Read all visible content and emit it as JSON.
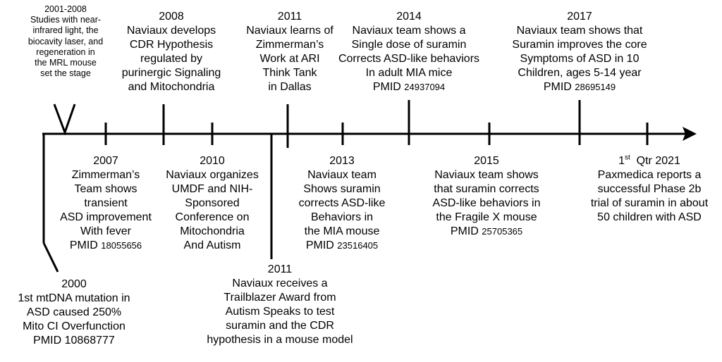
{
  "timeline": {
    "events": [
      {
        "id": "e2001",
        "lines": [
          "2001-2008",
          "Studies with near-",
          "infrared light, the",
          "biocavity laser, and",
          "regeneration in",
          "the MRL mouse",
          "set the stage"
        ]
      },
      {
        "id": "e2008",
        "lines": [
          "2008",
          "Naviaux develops",
          "CDR Hypothesis",
          "regulated by",
          "purinergic Signaling",
          "and Mitochondria"
        ]
      },
      {
        "id": "e2011a",
        "lines": [
          "2011",
          "Naviaux learns of",
          "Zimmerman’s",
          "Work at ARI",
          "Think Tank",
          "in Dallas"
        ]
      },
      {
        "id": "e2014",
        "lines": [
          "2014",
          "Naviaux team shows a",
          "Single dose of suramin",
          "Corrects ASD-like behaviors",
          "In adult MIA mice"
        ],
        "pmid_label": "PMID",
        "pmid": "24937094"
      },
      {
        "id": "e2017",
        "lines": [
          "2017",
          "Naviaux team shows that",
          "Suramin improves the core",
          "Symptoms of ASD in 10",
          "Children, ages 5-14 year"
        ],
        "pmid_label": "PMID",
        "pmid": "28695149"
      },
      {
        "id": "e2007",
        "lines": [
          "2007",
          "Zimmerman’s",
          "Team shows",
          "transient",
          "ASD improvement",
          "With fever"
        ],
        "pmid_label": "PMID",
        "pmid": "18055656"
      },
      {
        "id": "e2010",
        "lines": [
          "2010",
          "Naviaux organizes",
          "UMDF and NIH-",
          "Sponsored",
          "Conference on",
          "Mitochondria",
          "And Autism"
        ]
      },
      {
        "id": "e2013",
        "lines": [
          "2013",
          "Naviaux team",
          "Shows suramin",
          "corrects ASD-like",
          "Behaviors in",
          "the MIA mouse"
        ],
        "pmid_label": "PMID",
        "pmid": "23516405"
      },
      {
        "id": "e2015",
        "lines": [
          "2015",
          "Naviaux team shows",
          "that suramin corrects",
          "ASD-like behaviors in",
          "the Fragile X mouse"
        ],
        "pmid_label": "PMID",
        "pmid": "25705365"
      },
      {
        "id": "e2021",
        "first_line_num": "1",
        "first_line_sup": "st",
        "first_line_rest": "  Qtr 2021",
        "lines": [
          "Paxmedica reports a",
          "successful Phase 2b",
          "trial of suramin in about",
          "50 children with ASD"
        ]
      },
      {
        "id": "e2011b",
        "lines": [
          "2011",
          "Naviaux receives a",
          "Trailblazer Award from",
          "Autism Speaks to test",
          "suramin and the CDR",
          "hypothesis in a mouse model"
        ]
      },
      {
        "id": "e2000",
        "lines": [
          "2000",
          "1st mtDNA mutation in",
          "ASD caused 250%",
          "Mito CI Overfunction"
        ],
        "pmid_label": "PMID",
        "pmid": "10868777"
      }
    ]
  }
}
